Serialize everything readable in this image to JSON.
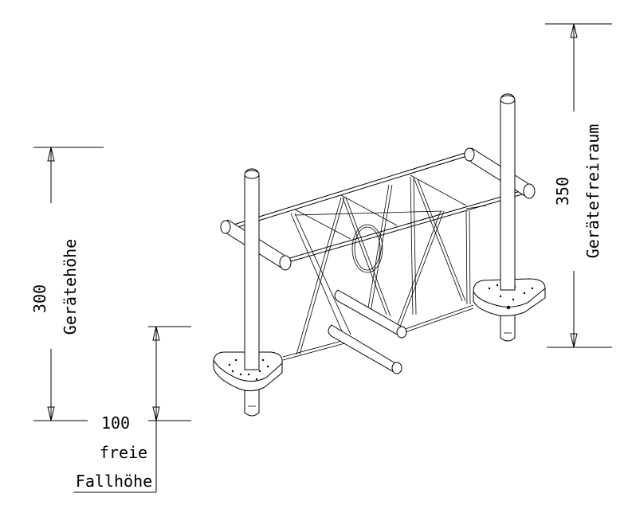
{
  "dimensions": {
    "geraetehoehe": {
      "value": "300",
      "label": "Gerätehöhe"
    },
    "geraetefreiraum": {
      "value": "350",
      "label": "Gerätefreiraum"
    },
    "fallhoehe": {
      "value": "100",
      "label_line1": "freie",
      "label_line2": "Fallhöhe"
    }
  }
}
